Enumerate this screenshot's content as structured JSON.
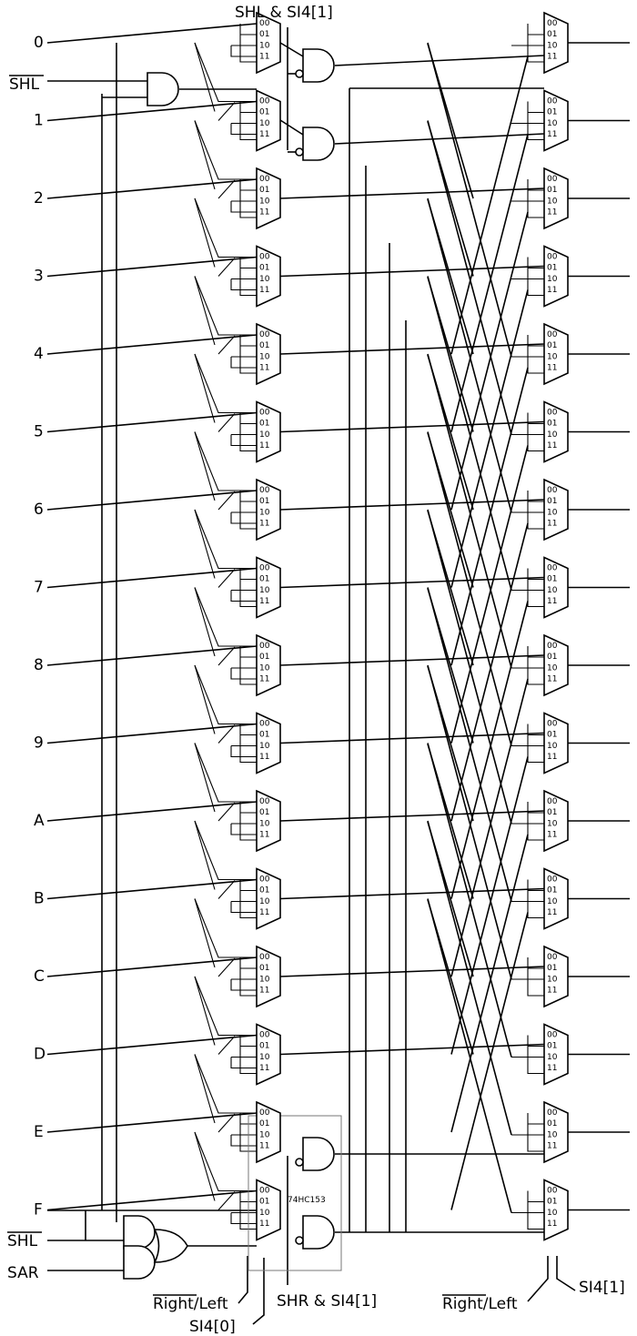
{
  "inputs": [
    "0",
    "1",
    "2",
    "3",
    "4",
    "5",
    "6",
    "7",
    "8",
    "9",
    "A",
    "B",
    "C",
    "D",
    "E",
    "F"
  ],
  "mux_inputs": [
    "00",
    "01",
    "10",
    "11"
  ],
  "labels": {
    "top": "SHL & SI4[1]",
    "shl_top": "SHL",
    "shl_bottom": "SHL",
    "sar": "SAR",
    "right_left_1_bar": "Right",
    "right_left_1_rest": "/Left",
    "si4_0": "SI4[0]",
    "shr_si4": "SHR & SI4[1]",
    "right_left_2_bar": "Right",
    "right_left_2_rest": "/Left",
    "si4_1": "SI4[1]",
    "chip": "74HC153"
  }
}
